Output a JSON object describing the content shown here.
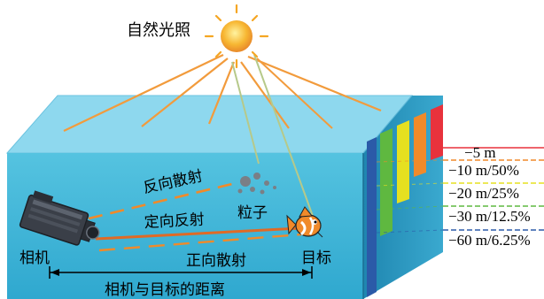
{
  "labels": {
    "natural_light": "自然光照",
    "backscatter": "反向散射",
    "particles": "粒子",
    "directional_reflection": "定向反射",
    "camera": "相机",
    "forward_scatter": "正向散射",
    "target": "目标",
    "distance": "相机与目标的距离"
  },
  "depth_levels": [
    {
      "label": "−5 m",
      "color": "#e8323c"
    },
    {
      "label": "−10 m/50%",
      "color": "#f08a2a"
    },
    {
      "label": "−20 m/25%",
      "color": "#e6e020"
    },
    {
      "label": "−30 m/12.5%",
      "color": "#5fb840"
    },
    {
      "label": "−60 m/6.25%",
      "color": "#2b5aa8"
    }
  ],
  "colors": {
    "water_front": "#3fb6d6",
    "water_top": "#86d6ec",
    "water_side": "#2f9ec0",
    "ray": "#f08a2a",
    "sun": "#f5a623"
  }
}
